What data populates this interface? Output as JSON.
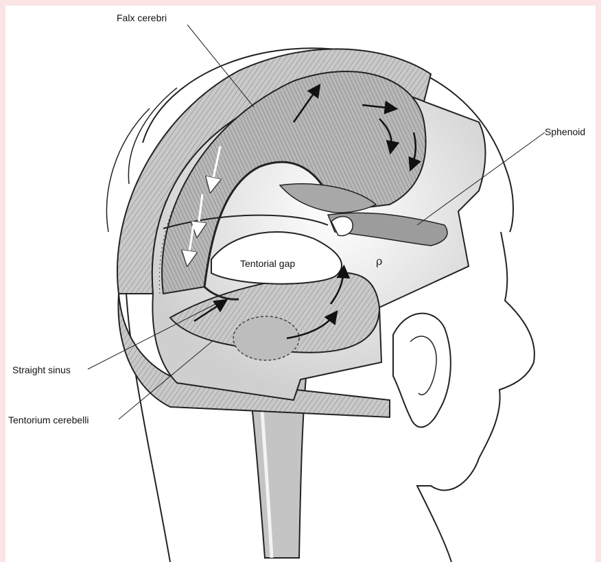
{
  "labels": {
    "falx_cerebri": "Falx cerebri",
    "sphenoid": "Sphenoid",
    "tentorial_gap": "Tentorial gap",
    "straight_sinus": "Straight sinus",
    "tentorium_cerebelli": "Tentorium cerebelli"
  },
  "colors": {
    "frame_background": "#fbe4e4",
    "dura_gray": "#8c8c8c",
    "bone_light": "#e6e6e6",
    "line": "#111111"
  }
}
